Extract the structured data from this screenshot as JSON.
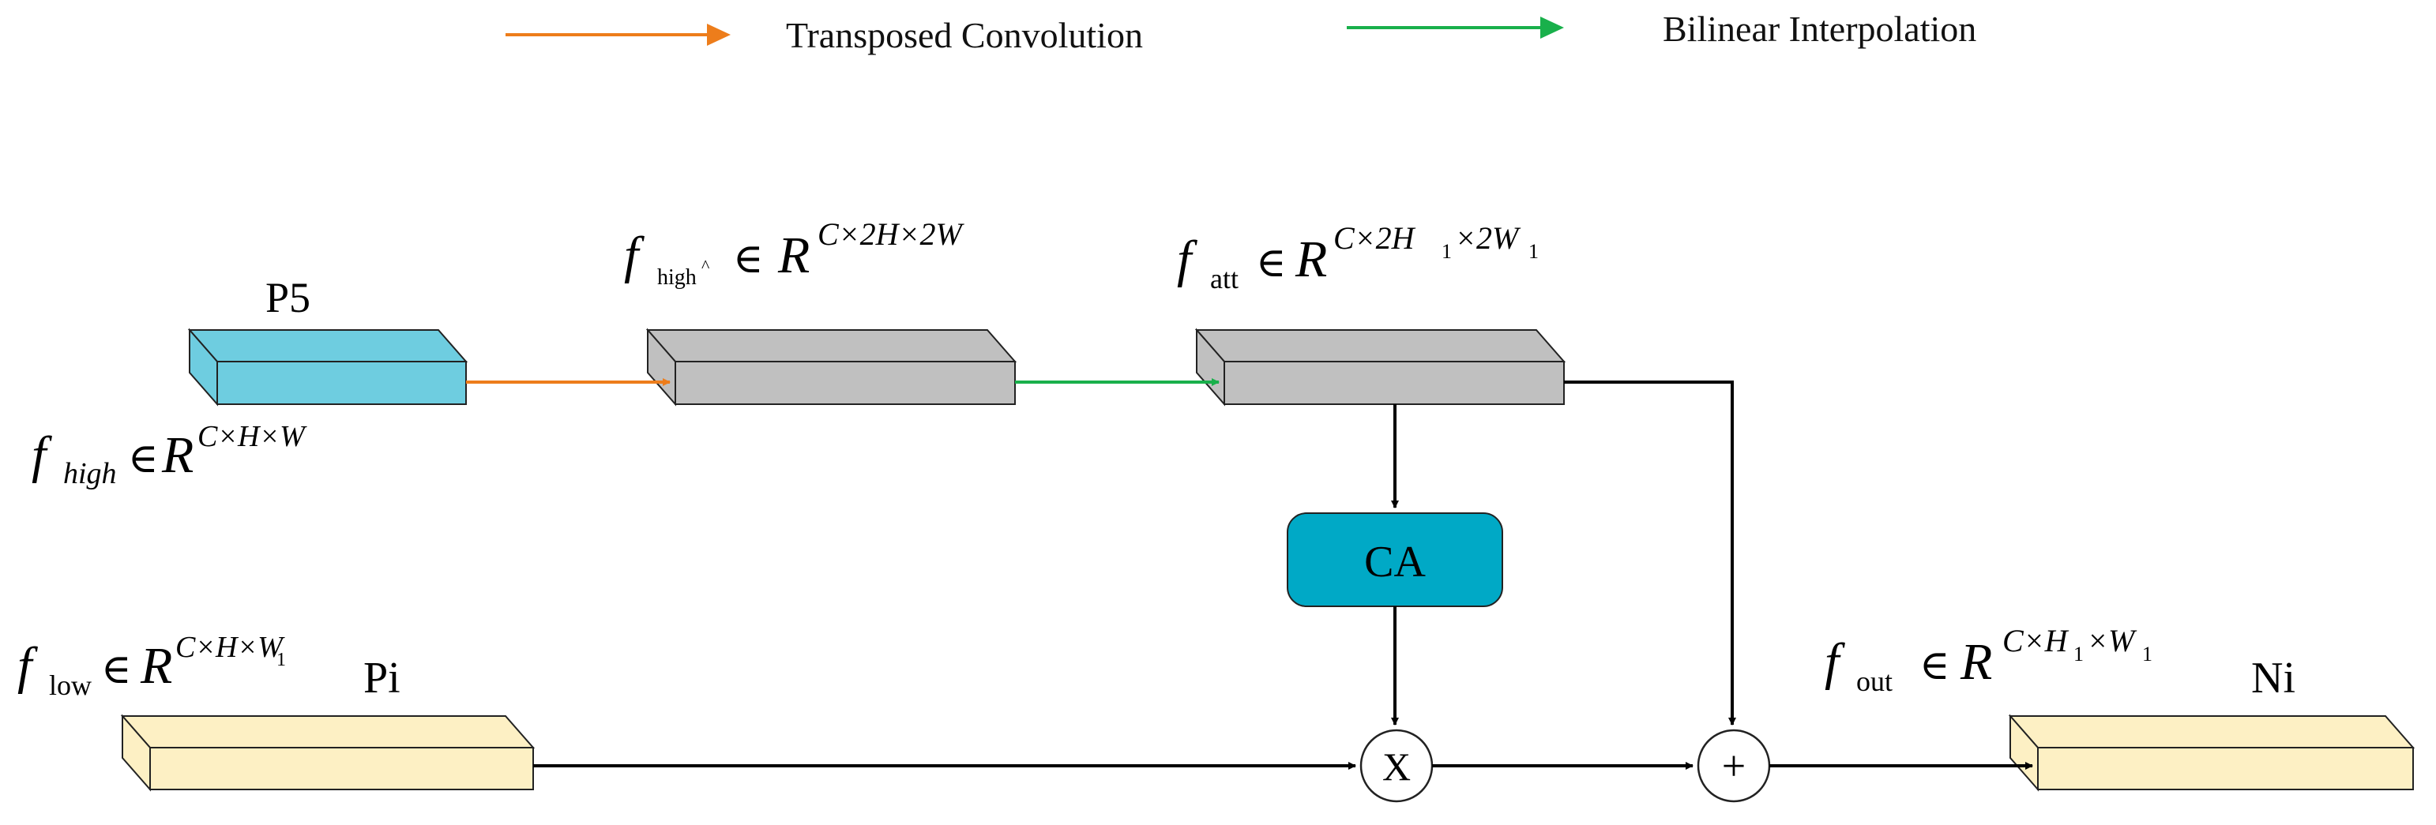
{
  "legend": {
    "transposed_label": "Transposed Convolution",
    "bilinear_label": "Bilinear Interpolation",
    "transposed_color": "#ed7d1b",
    "bilinear_color": "#19b04b"
  },
  "blocks": {
    "p5": {
      "label": "P5",
      "color": "#6ecde0"
    },
    "pi": {
      "label": "Pi",
      "color": "#fdf0c4"
    },
    "ni": {
      "label": "Ni",
      "color": "#fdf0c4"
    },
    "gray_color": "#c0c0c0",
    "ca": {
      "label": "CA",
      "color": "#00a9c6"
    }
  },
  "operators": {
    "multiply": "X",
    "add": "+"
  },
  "formulas": {
    "f_high": {
      "f": "f",
      "sub": "high",
      "in": "∈",
      "R": "R",
      "sup": "C×H×W"
    },
    "f_high_up": {
      "f": "f",
      "sub": "high",
      "hat": "^",
      "in": "∈",
      "R": "R",
      "sup": "C×2H×2W"
    },
    "f_att": {
      "f": "f",
      "sub": "att",
      "in": "∈",
      "R": "R",
      "sup": "C×2H",
      "sup_sub1": "1",
      "sup_mid": "×2W",
      "sup_sub2": "1"
    },
    "f_low": {
      "f": "f",
      "sub": "low",
      "in": "∈",
      "R": "R",
      "sup": "C×H×W",
      "sup_sub": "1"
    },
    "f_out": {
      "f": "f",
      "sub": "out",
      "in": "∈",
      "R": "R",
      "sup": "C×H",
      "sup_sub1": "1",
      "sup_mid": "×W",
      "sup_sub2": "1"
    }
  }
}
